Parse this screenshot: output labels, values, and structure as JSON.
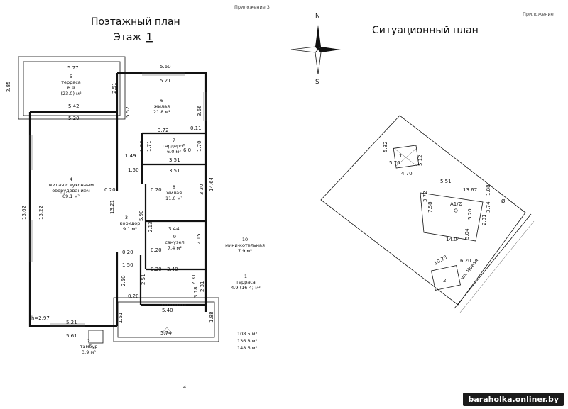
{
  "left_sheet": {
    "corner_note": "Приложение 3",
    "title_line1": "Поэтажный план",
    "title_line2_prefix": "Этаж",
    "floor_number": "1",
    "page_number": "4",
    "rooms": [
      {
        "num": "5",
        "name": "терраса",
        "area": "6.9",
        "area_alt": "(23.0) м²"
      },
      {
        "num": "6",
        "name": "жилая",
        "area": "21.8 м²"
      },
      {
        "num": "7",
        "name": "гардероб",
        "area": "6.0 м²"
      },
      {
        "num": "4",
        "name": "жилая с кухонным",
        "name2": "оборудованием",
        "area": "69.1 м²"
      },
      {
        "num": "8",
        "name": "жилая",
        "area": "11.6 м²"
      },
      {
        "num": "3",
        "name": "коридор",
        "area": "9.1 м²"
      },
      {
        "num": "9",
        "name": "санузел",
        "area": "7.4 м²"
      },
      {
        "num": "10",
        "name": "мини-котельная",
        "area": "7.9 м²"
      },
      {
        "num": "1",
        "name": "терраса",
        "area": "4.9 (16.4) м²"
      },
      {
        "num": "2",
        "name": "тамбур",
        "area": "3.9 м²"
      }
    ],
    "dimensions": [
      "5.77",
      "5.60",
      "2.85",
      "2.51",
      "5.21",
      "5.42",
      "5.52",
      "3.66",
      "5.20",
      "3.72",
      "0.11",
      "1.86",
      "1.71",
      "1.70",
      "6.0",
      "1.49",
      "1.50",
      "3.51",
      "0.20",
      "0.20",
      "3.51",
      "14.64",
      "3.30",
      "13.62",
      "13.22",
      "13.21",
      "5.90",
      "2.13",
      "3.44",
      "2.15",
      "0.20",
      "1.50",
      "0.20",
      "3.40",
      "2.50",
      "2.51",
      "2.31",
      "0.20",
      "5.40",
      "1.51",
      "h=2.97",
      "5.21",
      "5.61",
      "1.88",
      "5.74",
      "3.18",
      "0.20",
      "2.31"
    ],
    "totals": [
      "108.5 м²",
      "136.8 м²",
      "148.6 м²"
    ]
  },
  "right_sheet": {
    "corner_note": "Приложение",
    "title": "Ситуационный план",
    "compass_north": "N",
    "compass_south": "S",
    "street": "ул. Новая",
    "building_labels": [
      "1",
      "А1/Ø",
      "2"
    ],
    "dimensions": [
      "5.32",
      "5.76",
      "5.12",
      "4.70",
      "13.67",
      "3.72",
      "14.04",
      "5.51",
      "5.20",
      "5.04",
      "3.74",
      "7.58",
      "2.31",
      "6.20",
      "10.73",
      "1.88"
    ],
    "corner_small": "Ø"
  },
  "watermark": "baraholka.onliner.by"
}
